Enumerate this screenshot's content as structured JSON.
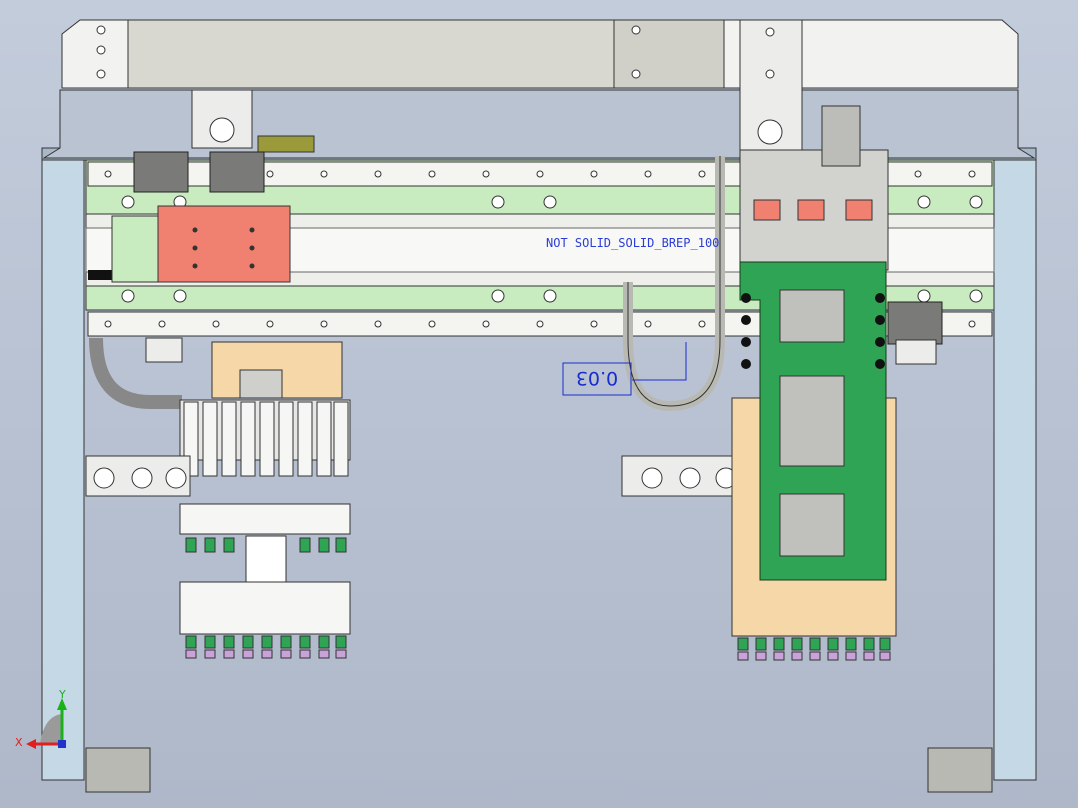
{
  "viewport": {
    "background_top": "#c3ccdb",
    "background_bottom": "#aeb8c9"
  },
  "annotations": {
    "solid_label": "NOT SOLID_SOLID_BREP_100",
    "dimension_value": "0.03"
  },
  "triad": {
    "x_label": "X",
    "y_label": "Y",
    "x_color": "#e02020",
    "y_color": "#19b319",
    "z_color": "#2233cc"
  },
  "colors": {
    "frame": "#c5d8e6",
    "rail_green": "#c8ecc0",
    "slider_red": "#f08070",
    "carriage_green": "#2fa455",
    "plate_tan": "#f5d7a8",
    "beam_gray": "#d8d8d0"
  }
}
